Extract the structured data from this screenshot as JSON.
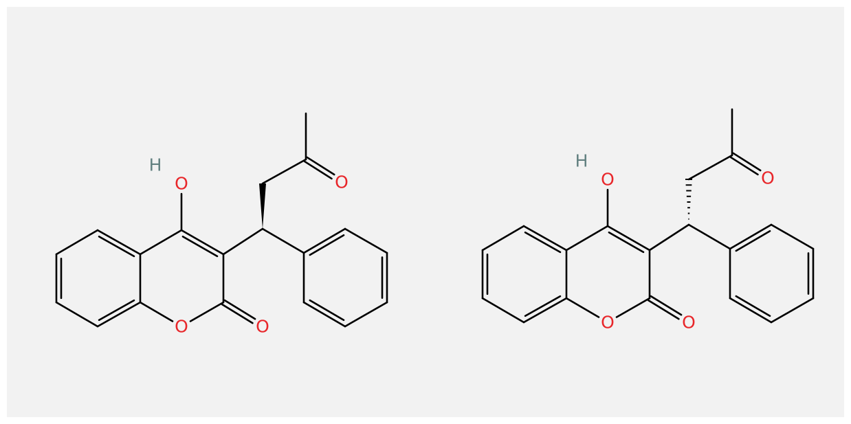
{
  "colors": {
    "background": "#f2f2f2",
    "bond": "#000000",
    "oxygen": "#e8262a",
    "hydrogen": "#628080"
  },
  "molecules": [
    {
      "stereo_wedge": "solid",
      "labels": {
        "hydrogen": "H",
        "hydroxyl_o": "O",
        "ketone_o": "O",
        "ring_o": "O",
        "carbonyl_o": "O"
      }
    },
    {
      "stereo_wedge": "hashed",
      "labels": {
        "hydrogen": "H",
        "hydroxyl_o": "O",
        "ketone_o": "O",
        "ring_o": "O",
        "carbonyl_o": "O"
      }
    }
  ]
}
